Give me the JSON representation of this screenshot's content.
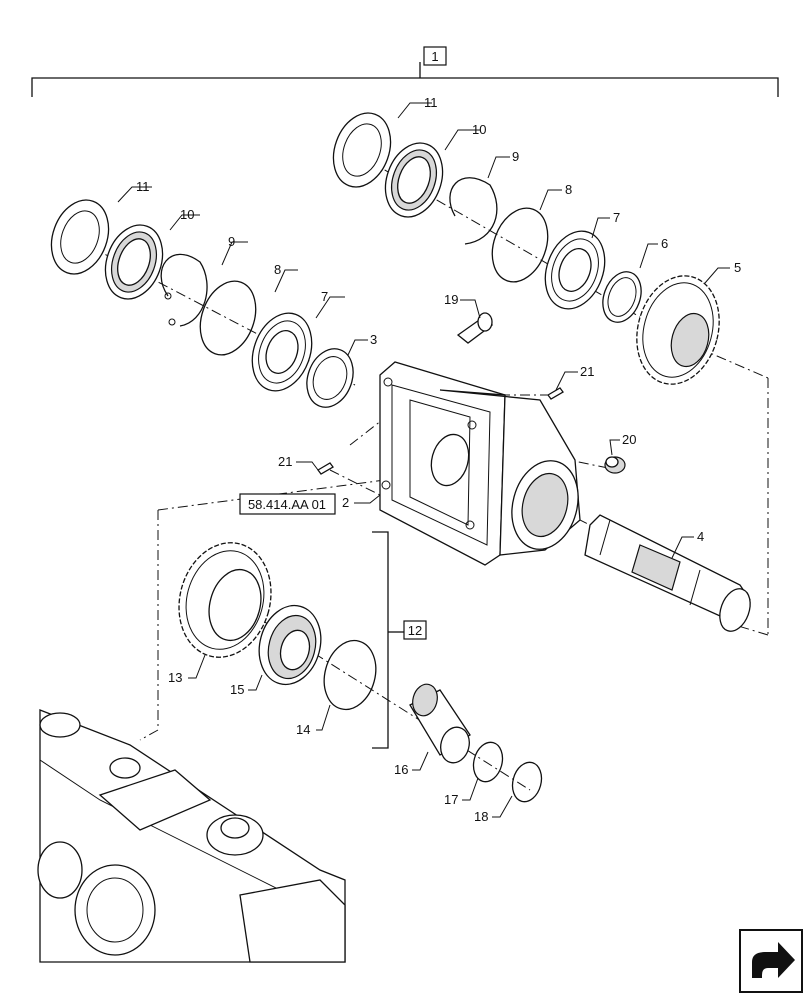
{
  "diagram": {
    "reference_code": "58.414.AA 01",
    "labels": {
      "assembly": "1",
      "subassembly": "12",
      "p2": "2",
      "p3": "3",
      "p4": "4",
      "p5": "5",
      "p6": "6",
      "p7a": "7",
      "p7b": "7",
      "p8a": "8",
      "p8b": "8",
      "p9a": "9",
      "p9b": "9",
      "p10a": "10",
      "p10b": "10",
      "p11a": "11",
      "p11b": "11",
      "p13": "13",
      "p14": "14",
      "p15": "15",
      "p16": "16",
      "p17": "17",
      "p18": "18",
      "p19": "19",
      "p20": "20",
      "p21a": "21",
      "p21b": "21"
    },
    "icons": [
      "next-page-arrow-icon"
    ]
  }
}
